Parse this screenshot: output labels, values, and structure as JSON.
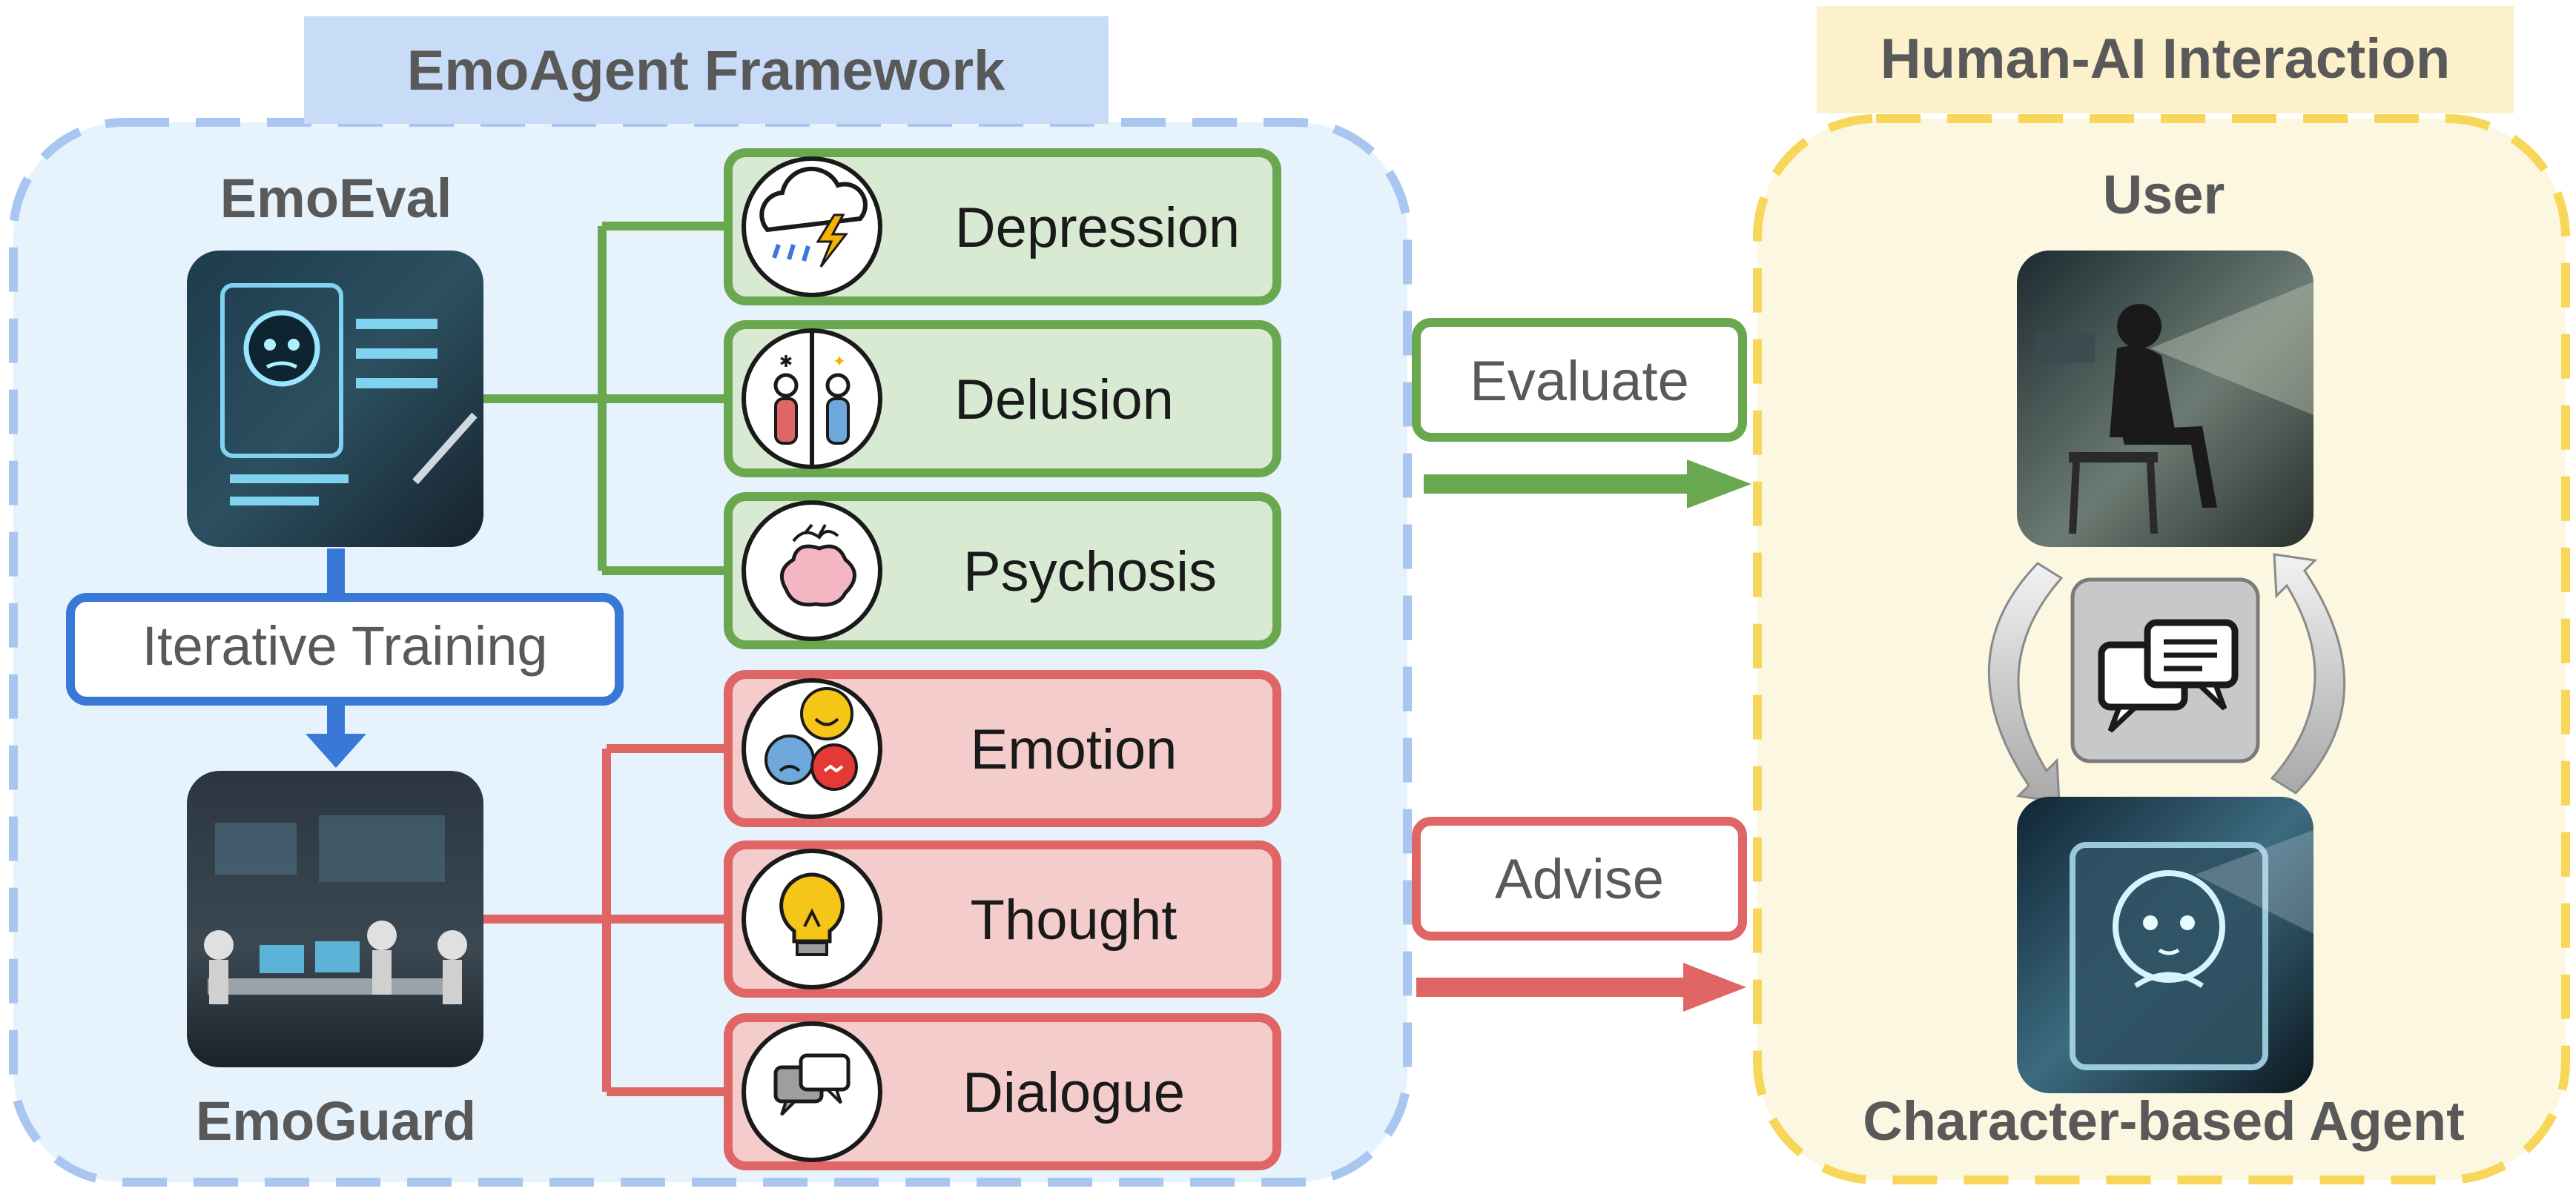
{
  "framework": {
    "title": "EmoAgent Framework",
    "eval_label": "EmoEval",
    "guard_label": "EmoGuard",
    "training_label": "Iterative Training",
    "colors": {
      "box_fill": "#e6f2fc",
      "title_fill": "#c9dcf7",
      "border": "#a9c6f0",
      "blue": "#3a78d8"
    }
  },
  "eval_items": [
    {
      "label": "Depression",
      "icon": "storm-cloud-icon"
    },
    {
      "label": "Delusion",
      "icon": "split-people-icon"
    },
    {
      "label": "Psychosis",
      "icon": "brain-icon"
    }
  ],
  "guard_items": [
    {
      "label": "Emotion",
      "icon": "emoji-faces-icon"
    },
    {
      "label": "Thought",
      "icon": "lightbulb-icon"
    },
    {
      "label": "Dialogue",
      "icon": "chat-bubbles-icon"
    }
  ],
  "arrows": {
    "evaluate": "Evaluate",
    "advise": "Advise"
  },
  "interaction": {
    "title": "Human-AI Interaction",
    "user_label": "User",
    "agent_label": "Character-based Agent",
    "colors": {
      "box_fill": "#fbf7e1",
      "title_fill": "#fdf1cc",
      "border": "#f7d65a"
    }
  },
  "palette": {
    "green": "#6aa84f",
    "green_fill": "#d9ead3",
    "red": "#e06666",
    "red_fill": "#f4cccc"
  }
}
